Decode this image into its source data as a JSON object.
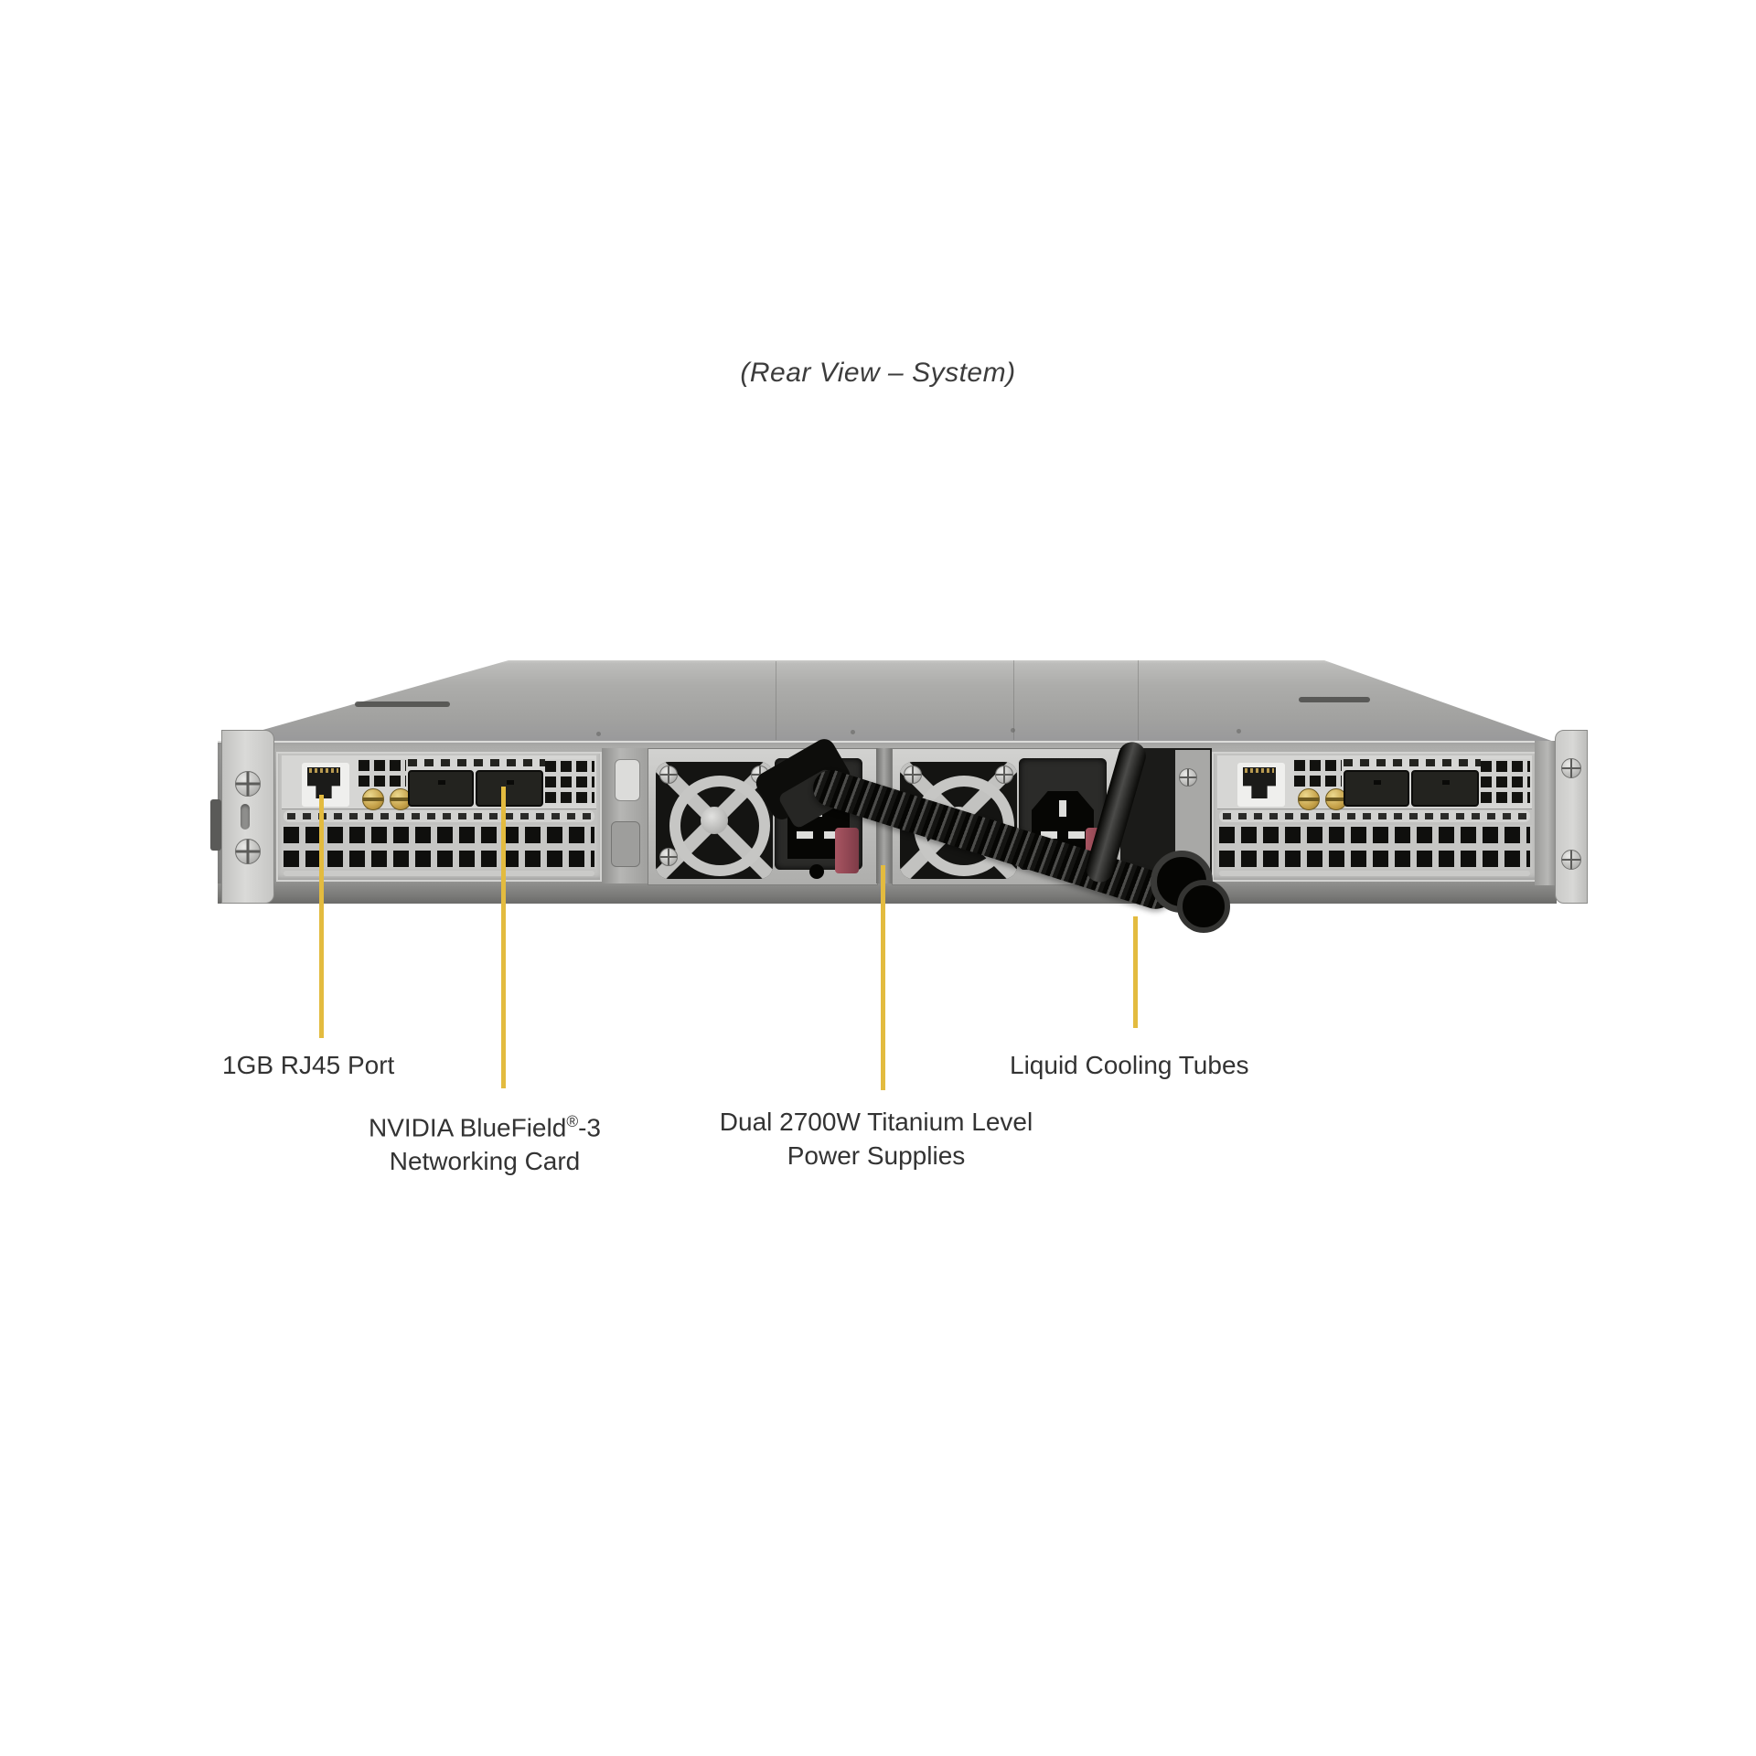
{
  "title": "(Rear View – System)",
  "colors": {
    "callout": "#e3bb3f",
    "label_text": "#333333"
  },
  "labels": {
    "rj45": {
      "text": "1GB RJ45 Port"
    },
    "bluefield": {
      "line1_prefix": "NVIDIA BlueField",
      "line1_reg": "®",
      "line1_suffix": "-3",
      "line2": "Networking Card"
    },
    "psu": {
      "line1": "Dual 2700W Titanium Level",
      "line2": "Power Supplies"
    },
    "cooling": {
      "text": "Liquid Cooling Tubes"
    }
  }
}
